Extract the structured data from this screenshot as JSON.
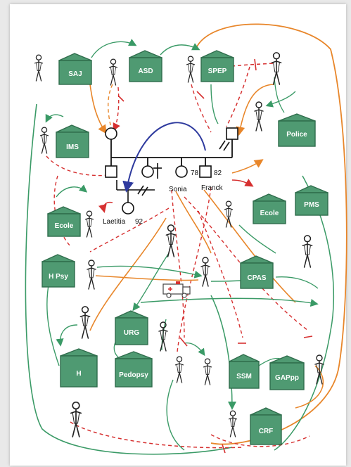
{
  "colors": {
    "institution_fill": "#4f9a72",
    "institution_stroke": "#2f6d4c",
    "green_link": "#3a9a66",
    "orange_link": "#e8862a",
    "red_link": "#d63030",
    "blue_link": "#2e3a9e",
    "person": "#222222"
  },
  "institutions": [
    {
      "id": "saj",
      "label": "SAJ"
    },
    {
      "id": "asd",
      "label": "ASD"
    },
    {
      "id": "spep",
      "label": "SPEP"
    },
    {
      "id": "ims",
      "label": "IMS"
    },
    {
      "id": "police",
      "label": "Police"
    },
    {
      "id": "ecole-left",
      "label": "Ecole"
    },
    {
      "id": "ecole-right",
      "label": "Ecole"
    },
    {
      "id": "pms",
      "label": "PMS"
    },
    {
      "id": "hpsy",
      "label": "H Psy"
    },
    {
      "id": "cpas",
      "label": "CPAS"
    },
    {
      "id": "urg",
      "label": "URG"
    },
    {
      "id": "h",
      "label": "H"
    },
    {
      "id": "pedopsy",
      "label": "Pedopsy"
    },
    {
      "id": "ssm",
      "label": "SSM"
    },
    {
      "id": "gappp",
      "label": "GAPpp"
    },
    {
      "id": "crf",
      "label": "CRF"
    }
  ],
  "genogram": {
    "names": {
      "laetitia": "Laetitia",
      "sonia": "Sonia",
      "franck": "Franck"
    },
    "years": {
      "laetitia": "92",
      "sonia": "78",
      "franck": "82"
    }
  }
}
